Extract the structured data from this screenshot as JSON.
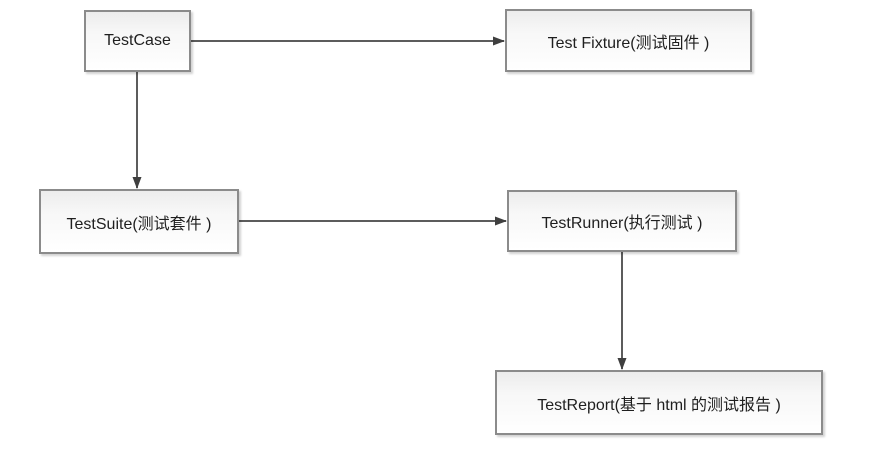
{
  "diagram": {
    "type": "flowchart",
    "background": "#ffffff",
    "nodes": [
      {
        "id": "testcase",
        "label": "TestCase"
      },
      {
        "id": "testfixture",
        "label": "Test Fixture(测试固件 )"
      },
      {
        "id": "testsuite",
        "label": "TestSuite(测试套件 )"
      },
      {
        "id": "testrunner",
        "label": "TestRunner(执行测试 )"
      },
      {
        "id": "testreport",
        "label": "TestReport(基于 html 的测试报告 )"
      }
    ],
    "edges": [
      {
        "from": "testcase",
        "to": "testfixture",
        "direction": "right"
      },
      {
        "from": "testcase",
        "to": "testsuite",
        "direction": "down"
      },
      {
        "from": "testsuite",
        "to": "testrunner",
        "direction": "right"
      },
      {
        "from": "testrunner",
        "to": "testreport",
        "direction": "down"
      }
    ],
    "colors": {
      "node_border": "#8b8b8b",
      "node_fill_top": "#ececec",
      "node_fill_bottom": "#ffffff",
      "arrow_line": "#5c5c5c",
      "arrow_head": "#3f3f3f",
      "text": "#1f1f1f"
    }
  }
}
